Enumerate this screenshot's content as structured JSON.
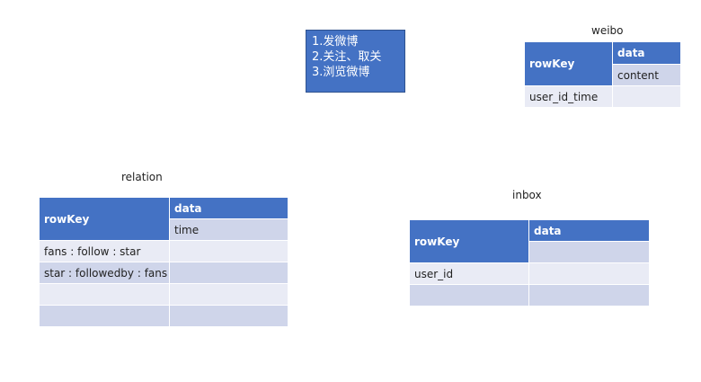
{
  "note": {
    "lines": [
      "1.发微博",
      "2.关注、取关",
      "3.浏览微博"
    ]
  },
  "weibo": {
    "caption": "weibo",
    "key_header": "rowKey",
    "data_header": "data",
    "rows": [
      {
        "key": "",
        "data": "content"
      },
      {
        "key": "user_id_time",
        "data": ""
      }
    ]
  },
  "relation": {
    "caption": "relation",
    "key_header": "rowKey",
    "data_header": "data",
    "rows": [
      {
        "key": "",
        "data": "time"
      },
      {
        "key": "fans : follow : star",
        "data": ""
      },
      {
        "key": "star : followedby : fans",
        "data": ""
      },
      {
        "key": "",
        "data": ""
      },
      {
        "key": "",
        "data": ""
      }
    ]
  },
  "inbox": {
    "caption": "inbox",
    "key_header": "rowKey",
    "data_header": "data",
    "rows": [
      {
        "key": "",
        "data": ""
      },
      {
        "key": "user_id",
        "data": ""
      },
      {
        "key": "",
        "data": ""
      }
    ]
  }
}
